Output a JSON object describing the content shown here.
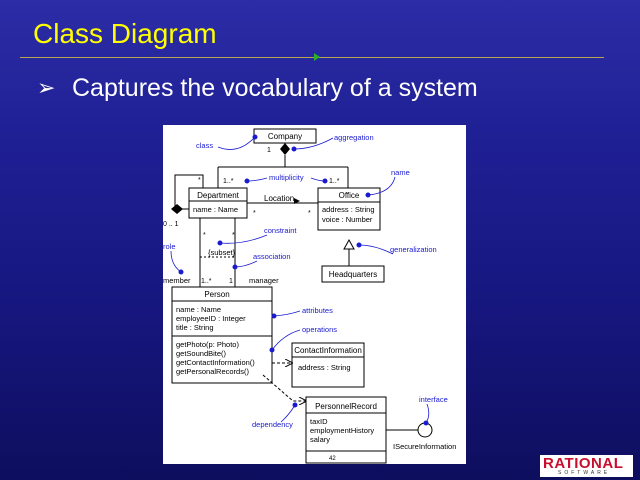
{
  "slide": {
    "title": "Class Diagram",
    "bullet": "Captures the vocabulary of a system",
    "page_number": "42"
  },
  "diagram": {
    "classes": {
      "company": "Company",
      "department": {
        "name": "Department",
        "attrs": [
          "name : Name"
        ]
      },
      "office": {
        "name": "Office",
        "attrs": [
          "address : String",
          "voice : Number"
        ]
      },
      "headquarters": "Headquarters",
      "person": {
        "name": "Person",
        "attrs": [
          "name : Name",
          "employeeID : Integer",
          "title : String"
        ],
        "ops": [
          "getPhoto(p: Photo)",
          "getSoundBite()",
          "getContactInformation()",
          "getPersonalRecords()"
        ]
      },
      "contact": {
        "name": "ContactInformation",
        "attrs": [
          "address : String"
        ]
      },
      "personnel": {
        "name": "PersonnelRecord",
        "attrs": [
          "taxID",
          "employmentHistory",
          "salary"
        ]
      }
    },
    "labels": {
      "location": "Location",
      "subset": "{subset}",
      "member": "member",
      "manager": "manager",
      "interface_name": "ISecureInformation",
      "mult_1": "1",
      "mult_1_star_left": "1..*",
      "mult_1_star_right": "1..*",
      "mult_star": "*",
      "mult_0_1": "0 .. 1",
      "mult_star_a": "*",
      "mult_star_b": "*",
      "mult_star_c": "*",
      "mult_star_d": "*",
      "mult_1_star_member": "1..*",
      "mult_1_manager": "1"
    },
    "callouts": {
      "class": "class",
      "aggregation": "aggregation",
      "multiplicity": "multiplicity",
      "name": "name",
      "constraint": "constraint",
      "role": "role",
      "association": "association",
      "generalization": "generalization",
      "attributes": "attributes",
      "operations": "operations",
      "dependency": "dependency",
      "interface": "interface"
    }
  },
  "logo": {
    "main": "RATIONAL",
    "sub": "SOFTWARE"
  },
  "colors": {
    "title": "#ffff00",
    "callout": "#1a1ad0",
    "logo": "#c8102e"
  }
}
